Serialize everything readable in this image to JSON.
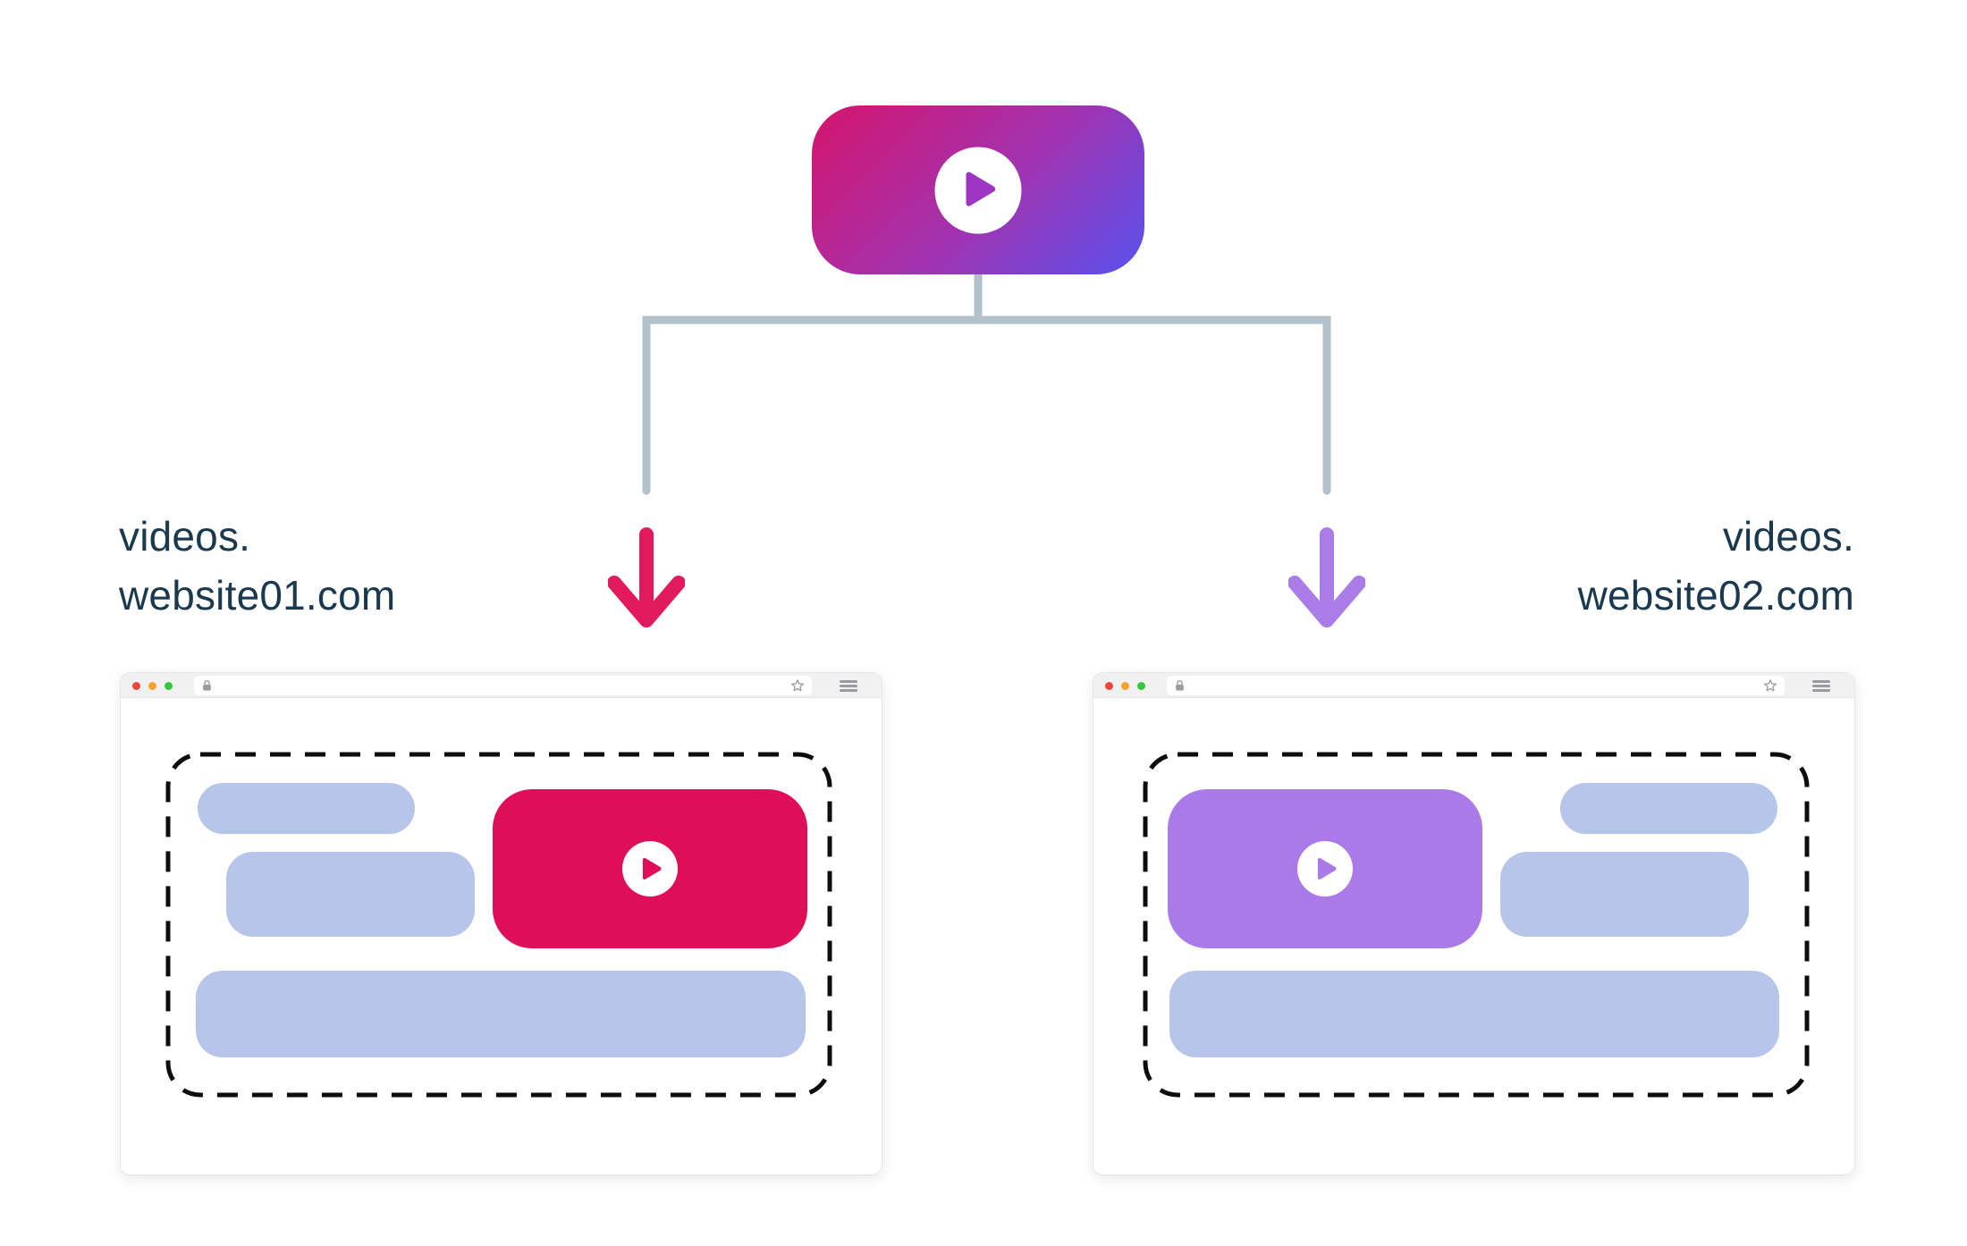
{
  "page": {
    "background": "#ffffff"
  },
  "colors": {
    "gradient_start": "#d5146b",
    "gradient_mid": "#a432ae",
    "gradient_end": "#5951ed",
    "play_triangle": "#9c36c3",
    "arrow_left": "#e2195d",
    "arrow_right": "#a97ce8",
    "crimson": "#de0e58",
    "purple": "#a97ae8",
    "placeholder": "#b6c5e9",
    "connector": "#b3c1cb",
    "label": "#1a384e",
    "dash": "#0d0d0d",
    "titlebar": "#f1f1f2",
    "window_border": "#e7e7ea",
    "traffic_red": "#ee453c",
    "traffic_yellow": "#f7a32b",
    "traffic_green": "#32c73c",
    "chrome_icon": "#9a9aa0"
  },
  "source_node": {
    "icon": "play-icon"
  },
  "branches": [
    {
      "side": "left",
      "label_line1": "videos.",
      "label_line2": "website01.com"
    },
    {
      "side": "right",
      "label_line1": "videos.",
      "label_line2": "website02.com"
    }
  ],
  "browser_chrome": {
    "address_bar_value": "",
    "icons": {
      "traffic_lights": [
        "close",
        "minimize",
        "expand"
      ],
      "address_bar_left": "lock-icon",
      "address_bar_right": "star-icon",
      "right_of_address_bar": "menu-icon"
    }
  }
}
